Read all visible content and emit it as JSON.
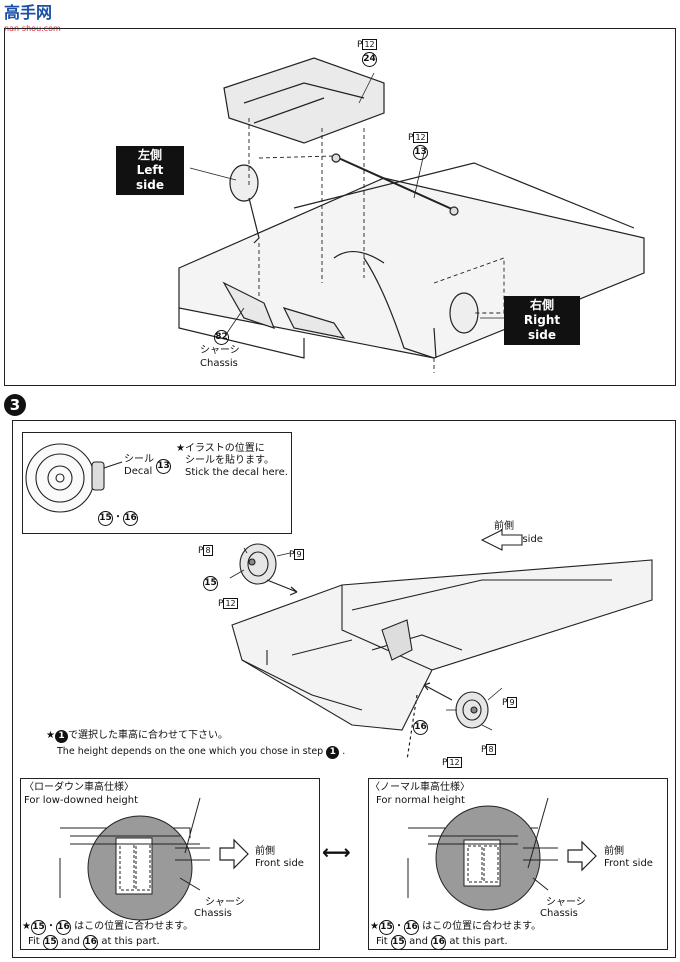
{
  "watermark": {
    "logo_text": "高手网",
    "site": "nan-shou.com"
  },
  "step2": {
    "left_side_jp": "左側",
    "left_side_en": "Left side",
    "right_side_jp": "右側",
    "right_side_en": "Right side",
    "part_24_ref": "P",
    "part_24_box": "12",
    "part_24_num": "24",
    "part_13_ref": "P",
    "part_13_box": "12",
    "part_13_num": "13",
    "chassis_num": "82",
    "chassis_jp": "シャーシ",
    "chassis_en": "Chassis"
  },
  "step3": {
    "step_number": "3",
    "decal_box": {
      "seal_jp": "シール",
      "decal_en": "Decal",
      "decal_num": "13",
      "star_note_jp1": "★イラストの位置に",
      "star_note_jp2": "シールを貼ります。",
      "star_note_en": "Stick the decal here.",
      "parts_15": "15",
      "parts_dot": "・",
      "parts_16": "16"
    },
    "front_jp": "前側",
    "front_en": "Front side",
    "ref_p8": "8",
    "ref_p9": "9",
    "ref_p12": "12",
    "part_15": "15",
    "part_16": "16",
    "ref_p9b": "9",
    "ref_p8b": "8",
    "ref_p12b": "12",
    "height_note_jp": "で選択した車高に合わせて下さい。",
    "height_note_en_a": "The height depends on the one which you chose in step",
    "step_ref": "1",
    "low": {
      "title_jp": "〈ローダウン車高仕様〉",
      "title_en": "For low-downed height",
      "front_jp": "前側",
      "front_en": "Front side",
      "chassis_jp": "シャーシ",
      "chassis_en": "Chassis",
      "note_jp": "はこの位置に合わせます。",
      "note_en_a": "Fit",
      "note_en_b": "and",
      "note_en_c": "at this part.",
      "n15": "15",
      "n16": "16"
    },
    "normal": {
      "title_jp": "〈ノーマル車高仕様〉",
      "title_en": "For normal height",
      "front_jp": "前側",
      "front_en": "Front side",
      "chassis_jp": "シャーシ",
      "chassis_en": "Chassis",
      "note_jp": "はこの位置に合わせます。",
      "note_en_a": "Fit",
      "note_en_b": "and",
      "note_en_c": "at this part.",
      "n15": "15",
      "n16": "16"
    }
  }
}
